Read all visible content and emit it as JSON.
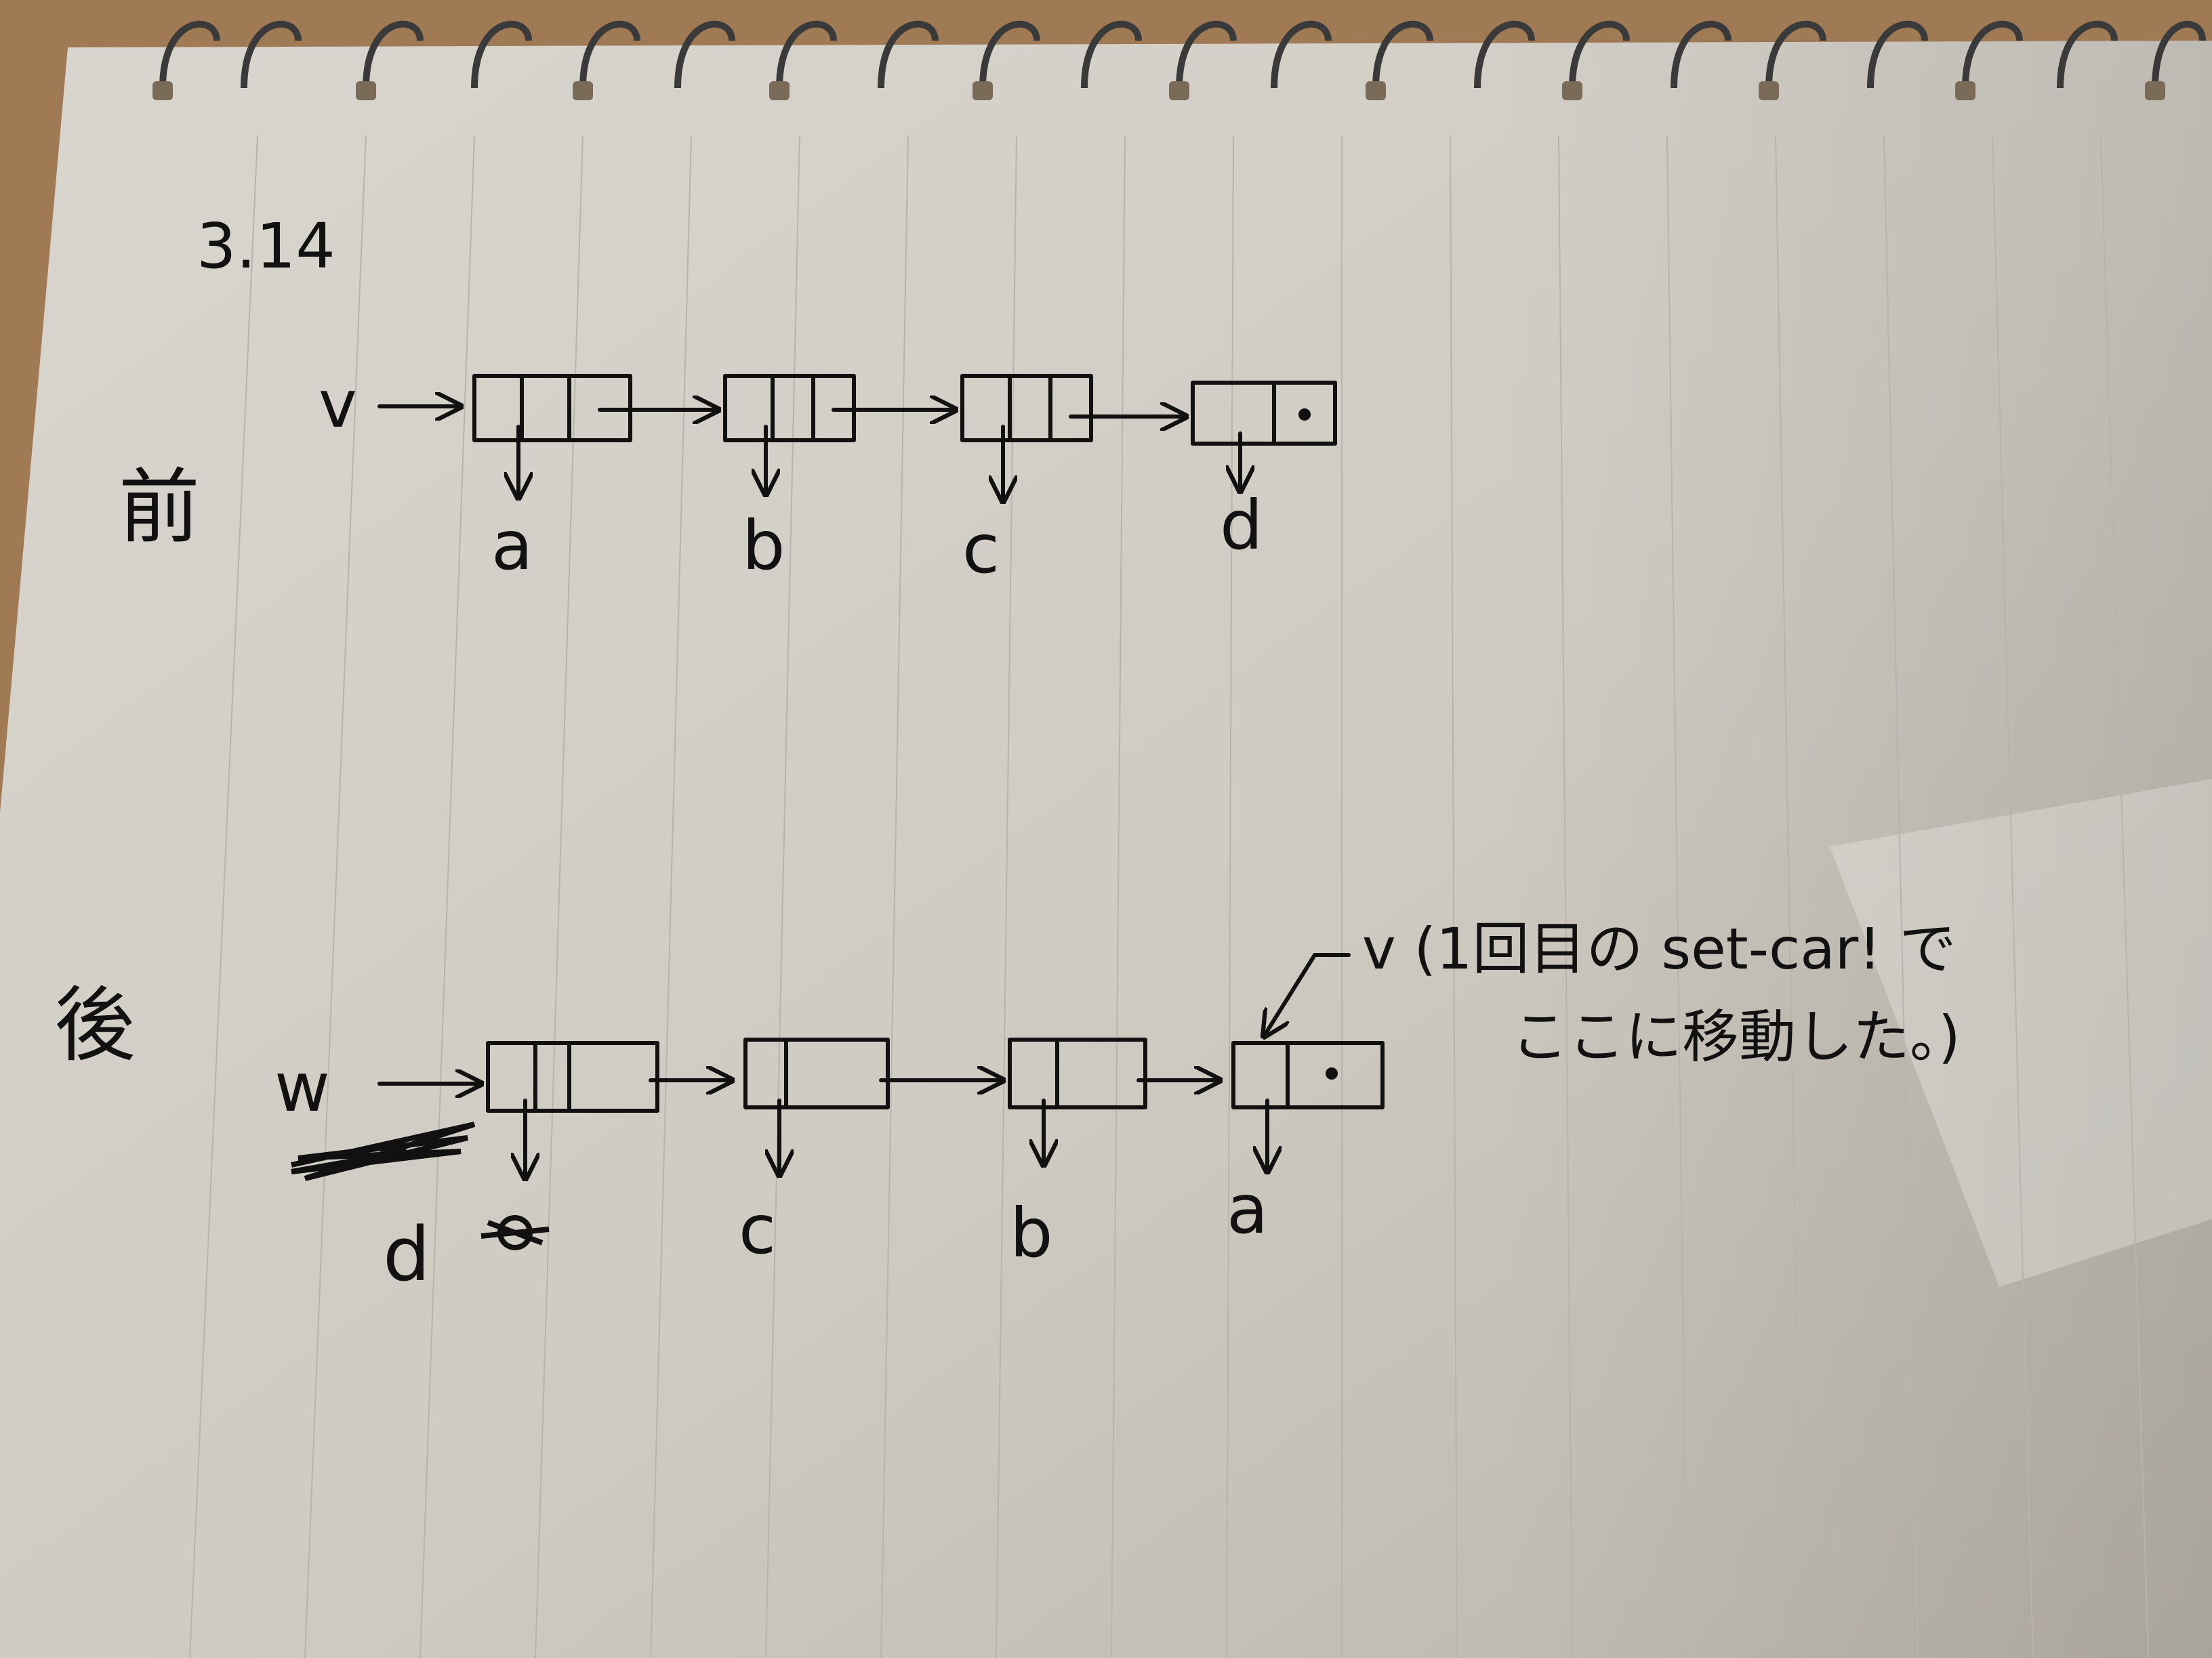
{
  "page_heading": "3.14",
  "before": {
    "label": "前",
    "variable": "v",
    "cells": [
      "a",
      "b",
      "c",
      "d"
    ]
  },
  "after": {
    "label": "後",
    "variable": "w",
    "cells": [
      "d",
      "c",
      "b",
      "a"
    ],
    "note_line1": "v (1回目の set-car! で",
    "note_line2": "ここに移動した。)"
  }
}
